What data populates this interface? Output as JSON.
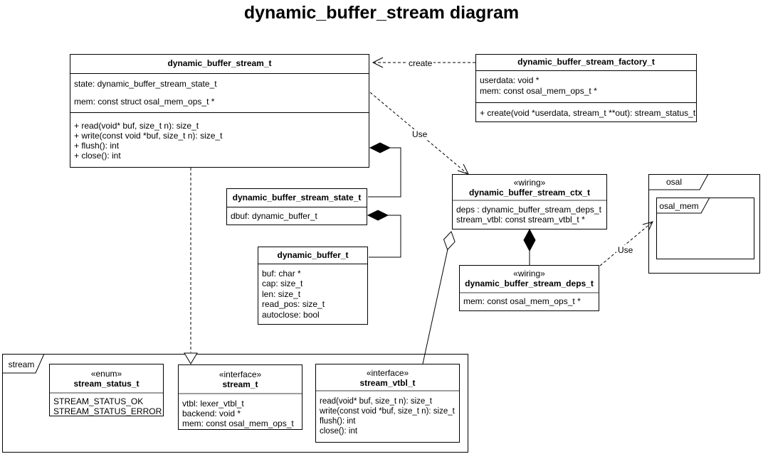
{
  "title": "dynamic_buffer_stream diagram",
  "packages": {
    "stream": {
      "label": "stream"
    },
    "osal": {
      "label": "osal"
    },
    "osal_mem": {
      "label": "osal_mem"
    }
  },
  "edges": {
    "create": {
      "label": "create"
    },
    "use_ctx": {
      "label": "Use"
    },
    "use_osal": {
      "label": "Use"
    }
  },
  "classes": {
    "dbs": {
      "name": "dynamic_buffer_stream_t",
      "attrs": [
        "state: dynamic_buffer_stream_state_t",
        "mem: const struct osal_mem_ops_t *"
      ],
      "ops": [
        "+ read(void* buf, size_t n): size_t",
        "+ write(const void *buf, size_t n): size_t",
        "+ flush(): int",
        "+ close(): int"
      ]
    },
    "factory": {
      "name": "dynamic_buffer_stream_factory_t",
      "attrs": [
        "userdata: void *",
        "mem: const osal_mem_ops_t *"
      ],
      "ops": [
        "+ create(void *userdata, stream_t **out): stream_status_t"
      ]
    },
    "state": {
      "name": "dynamic_buffer_stream_state_t",
      "attrs": [
        "dbuf: dynamic_buffer_t"
      ]
    },
    "buffer": {
      "name": "dynamic_buffer_t",
      "attrs": [
        "buf: char *",
        "cap: size_t",
        "len: size_t",
        "read_pos: size_t",
        "autoclose: bool"
      ]
    },
    "ctx": {
      "stereotype": "«wiring»",
      "name": "dynamic_buffer_stream_ctx_t",
      "attrs": [
        "deps : dynamic_buffer_stream_deps_t",
        "stream_vtbl: const stream_vtbl_t *"
      ]
    },
    "deps": {
      "stereotype": "«wiring»",
      "name": "dynamic_buffer_stream_deps_t",
      "attrs": [
        "mem: const osal_mem_ops_t *"
      ]
    },
    "status": {
      "stereotype": "«enum»",
      "name": "stream_status_t",
      "attrs": [
        "STREAM_STATUS_OK",
        "STREAM_STATUS_ERROR"
      ]
    },
    "stream_t": {
      "stereotype": "«interface»",
      "name": "stream_t",
      "attrs": [
        "vtbl: lexer_vtbl_t",
        "backend: void *",
        "mem: const osal_mem_ops_t *"
      ]
    },
    "stream_vtbl": {
      "stereotype": "«interface»",
      "name": "stream_vtbl_t",
      "ops": [
        "read(void* buf, size_t n): size_t",
        "write(const void *buf, size_t n): size_t",
        "flush(): int",
        "close(): int"
      ]
    }
  }
}
